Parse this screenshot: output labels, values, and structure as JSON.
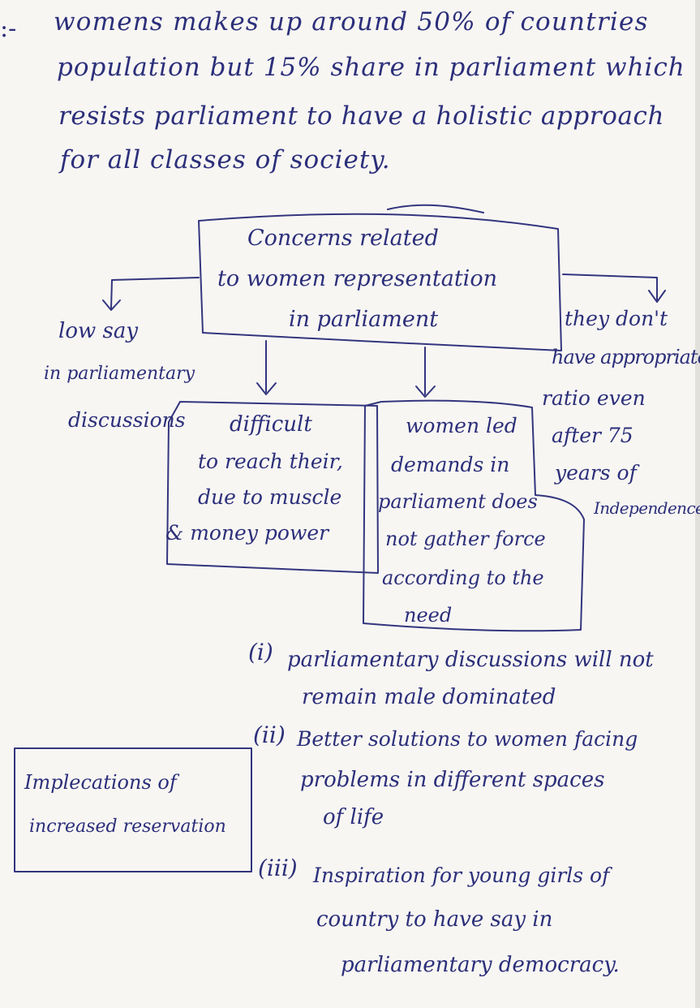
{
  "intro": {
    "marker": ":-",
    "lines": [
      "womens makes up around 50% of countries",
      "population but 15% share in parliament which",
      "resists parliament to have a holistic approach",
      "for all classes of society."
    ]
  },
  "diagram": {
    "center": [
      "Concerns related",
      "to women representation",
      "in parliament"
    ],
    "left": [
      "low say",
      "in parliamentary",
      "discussions"
    ],
    "right": [
      "they don't",
      "have appropriate",
      "ratio even",
      "after 75",
      "years of",
      "Independence"
    ],
    "box_a": [
      "difficult",
      "to reach their,",
      "due to muscle",
      "& money power"
    ],
    "box_b": [
      "women led",
      "demands in",
      "parliament does",
      "not gather force",
      "according to the",
      "need"
    ]
  },
  "implications": {
    "label": [
      "Implecations of",
      "increased reservation"
    ],
    "points": [
      {
        "num": "(i)",
        "lines": [
          "parliamentary discussions will not",
          "remain male dominated"
        ]
      },
      {
        "num": "(ii)",
        "lines": [
          "Better solutions to women facing",
          "problems in different spaces",
          "of life"
        ]
      },
      {
        "num": "(iii)",
        "lines": [
          "Inspiration for young girls of",
          "country to have say in",
          "parliamentary democracy."
        ]
      }
    ]
  }
}
